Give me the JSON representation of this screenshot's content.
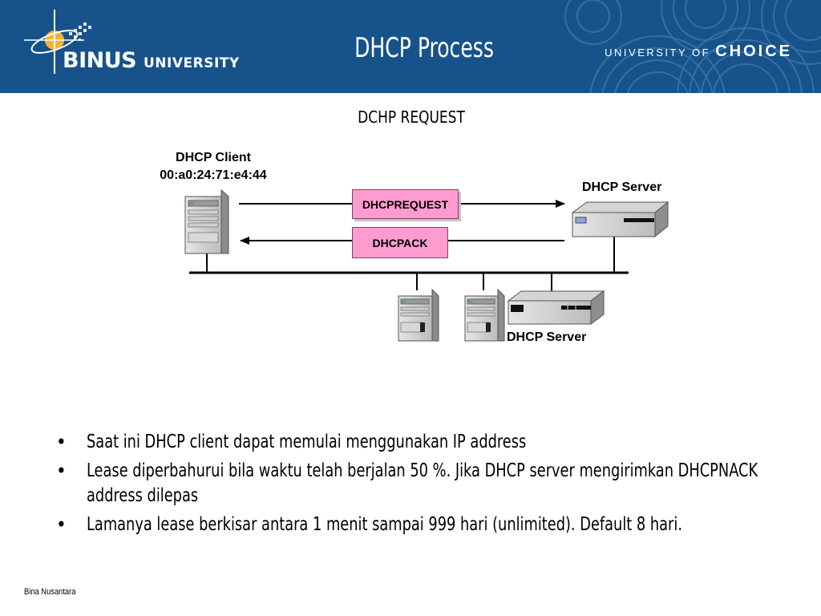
{
  "header": {
    "logo_text": "BINUS",
    "logo_subtext": "UNIVERSITY",
    "title": "DHCP Process",
    "tagline_prefix": "UNIVERSITY OF ",
    "tagline_emphasis": "CHOICE"
  },
  "slide": {
    "subtitle": "DCHP REQUEST"
  },
  "diagram": {
    "client_name": "DHCP Client",
    "client_mac": "00:a0:24:71:e4:44",
    "server_top_label": "DHCP Server",
    "server_bottom_label": "DHCP Server",
    "request_packet": "DHCPREQUEST",
    "ack_packet": "DHCPACK",
    "packet_color": "#ff9ccf"
  },
  "bullets": [
    "Saat ini DHCP client dapat memulai menggunakan IP address",
    "Lease diperbahurui bila waktu telah berjalan 50 %. Jika DHCP server mengirimkan DHCPNACK address dilepas",
    "Lamanya lease berkisar antara 1 menit sampai 999 hari (unlimited). Default 8 hari."
  ],
  "footer": {
    "text": "Bina Nusantara"
  },
  "colors": {
    "header_bg": "#17538a",
    "logo_accent": "#f5b335"
  }
}
